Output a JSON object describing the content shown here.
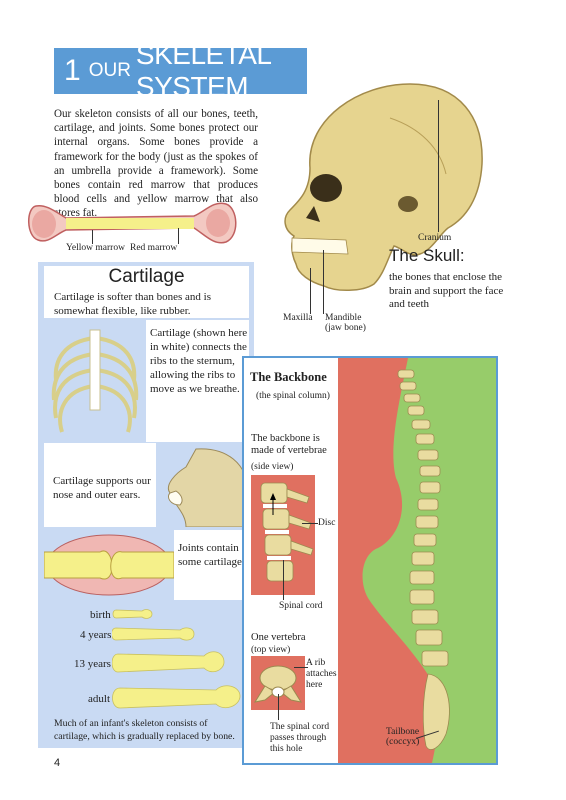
{
  "title": {
    "number": "1",
    "small": "OUR",
    "main": "SKELETAL SYSTEM"
  },
  "intro": "Our skeleton consists of all our bones, teeth, cartilage, and joints. Some bones protect our internal organs. Some bones provide a framework for the body (just as the spokes of an umbrella provide a framework). Some bones contain red marrow that produces blood cells and yellow marrow that also stores fat.",
  "bone_labels": {
    "yellow": "Yellow marrow",
    "red": "Red marrow"
  },
  "skull": {
    "title": "The Skull:",
    "caption": "the bones that enclose the brain and support the face and teeth",
    "cranium": "Cranium",
    "maxilla": "Maxilla",
    "mandible": "Mandible",
    "mandible_note": "(jaw bone)"
  },
  "cartilage": {
    "heading": "Cartilage",
    "intro": "Cartilage is softer than bones and is somewhat flexible, like rubber.",
    "ribs": "Cartilage (shown here in white) connects the ribs to the sternum, allowing the ribs to move as we breathe.",
    "nose": "Cartilage supports our nose and outer ears.",
    "joints": "Joints contain some cartilage.",
    "ages": [
      "birth",
      "4 years",
      "13 years",
      "adult"
    ],
    "growth": "Much of an infant's skeleton consists of cartilage, which is gradually replaced by bone."
  },
  "backbone": {
    "title": "The Backbone",
    "subtitle": "(the spinal column)",
    "made_of": "The backbone is made of vertebrae",
    "side_view": "(side view)",
    "disc": "Disc",
    "spinal_cord": "Spinal cord",
    "one_vertebra": "One vertebra",
    "top_view": "(top view)",
    "rib_attach": "A rib attaches here",
    "cord_passes": "The spinal cord passes through this hole",
    "tailbone": "Tailbone",
    "coccyx": "(coccyx)"
  },
  "page_number": "4",
  "colors": {
    "banner": "#5b9bd5",
    "panel": "#c9daf3",
    "cartilage": "#f5f08a",
    "body": "#e07060",
    "green": "#97cc6a",
    "bone": "#e9dca0"
  }
}
